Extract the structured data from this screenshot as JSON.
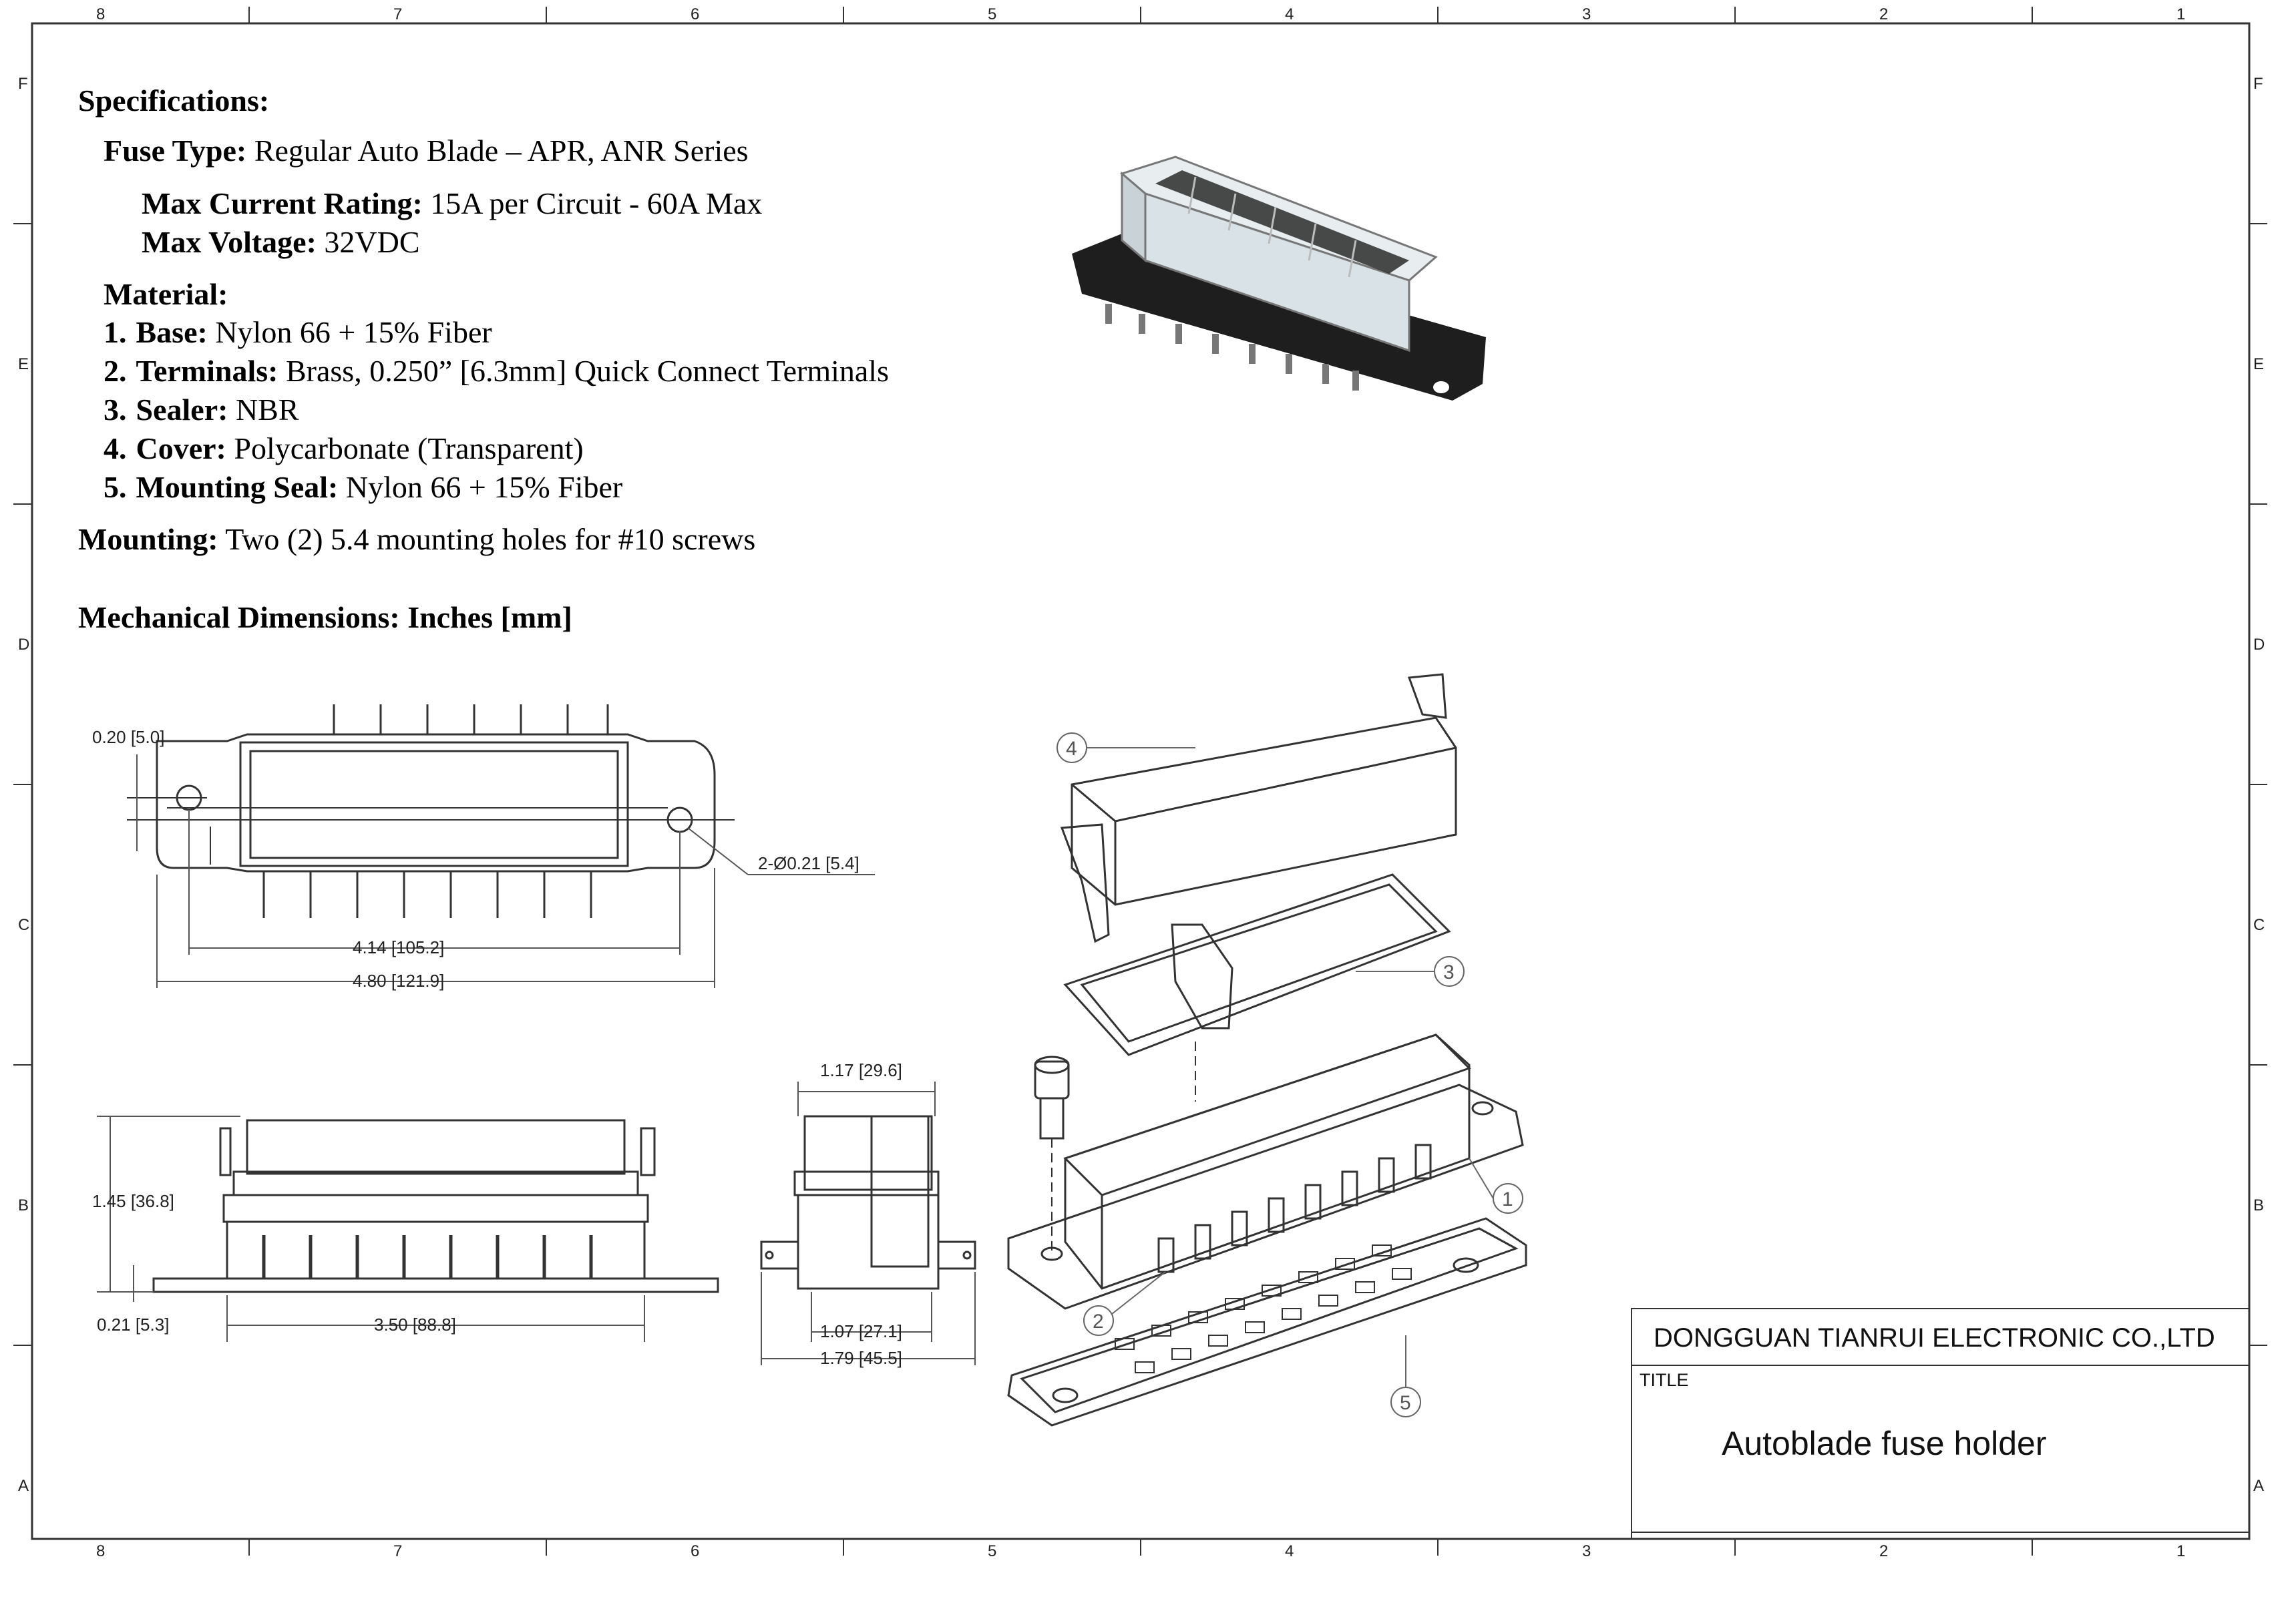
{
  "border": {
    "columns": [
      "8",
      "7",
      "6",
      "5",
      "4",
      "3",
      "2",
      "1"
    ],
    "rows": [
      "F",
      "E",
      "D",
      "C",
      "B",
      "A"
    ]
  },
  "specs": {
    "heading": "Specifications:",
    "fuse_type_label": "Fuse Type:",
    "fuse_type_value": " Regular Auto Blade – APR, ANR Series",
    "max_current_label": "Max Current Rating:",
    "max_current_value": " 15A per Circuit - 60A Max",
    "max_voltage_label": "Max Voltage:",
    "max_voltage_value": " 32VDC",
    "material_heading": "Material:",
    "materials": [
      {
        "num": "1.",
        "label": "Base:",
        "value": " Nylon 66 + 15% Fiber"
      },
      {
        "num": "2.",
        "label": "Terminals:",
        "value": " Brass, 0.250” [6.3mm] Quick Connect Terminals"
      },
      {
        "num": "3.",
        "label": "Sealer:",
        "value": " NBR"
      },
      {
        "num": "4.",
        "label": "Cover:",
        "value": " Polycarbonate (Transparent)"
      },
      {
        "num": "5.",
        "label": "Mounting Seal:",
        "value": " Nylon 66 + 15% Fiber"
      }
    ],
    "mounting_label": "Mounting:",
    "mounting_value": " Two (2) 5.4 mounting holes for #10 screws",
    "mech_heading": "Mechanical Dimensions:  Inches [mm]"
  },
  "dimensions": {
    "top_hole_offset": "0.20 [5.0]",
    "hole_dia": "2-Ø0.21 [5.4]",
    "hole_spacing": "4.14 [105.2]",
    "overall_length": "4.80 [121.9]",
    "height": "1.45 [36.8]",
    "flange_thickness": "0.21 [5.3]",
    "body_length": "3.50 [88.8]",
    "side_top_width": "1.17 [29.6]",
    "side_body_width": "1.07 [27.1]",
    "side_overall_width": "1.79 [45.5]"
  },
  "callouts": [
    "1",
    "2",
    "3",
    "4",
    "5"
  ],
  "title_block": {
    "company": "DONGGUAN TIANRUI ELECTRONIC CO.,LTD",
    "title_label": "TITLE",
    "title": "Autoblade fuse holder"
  },
  "colors": {
    "line": "#333333",
    "dim_line": "#555555"
  }
}
